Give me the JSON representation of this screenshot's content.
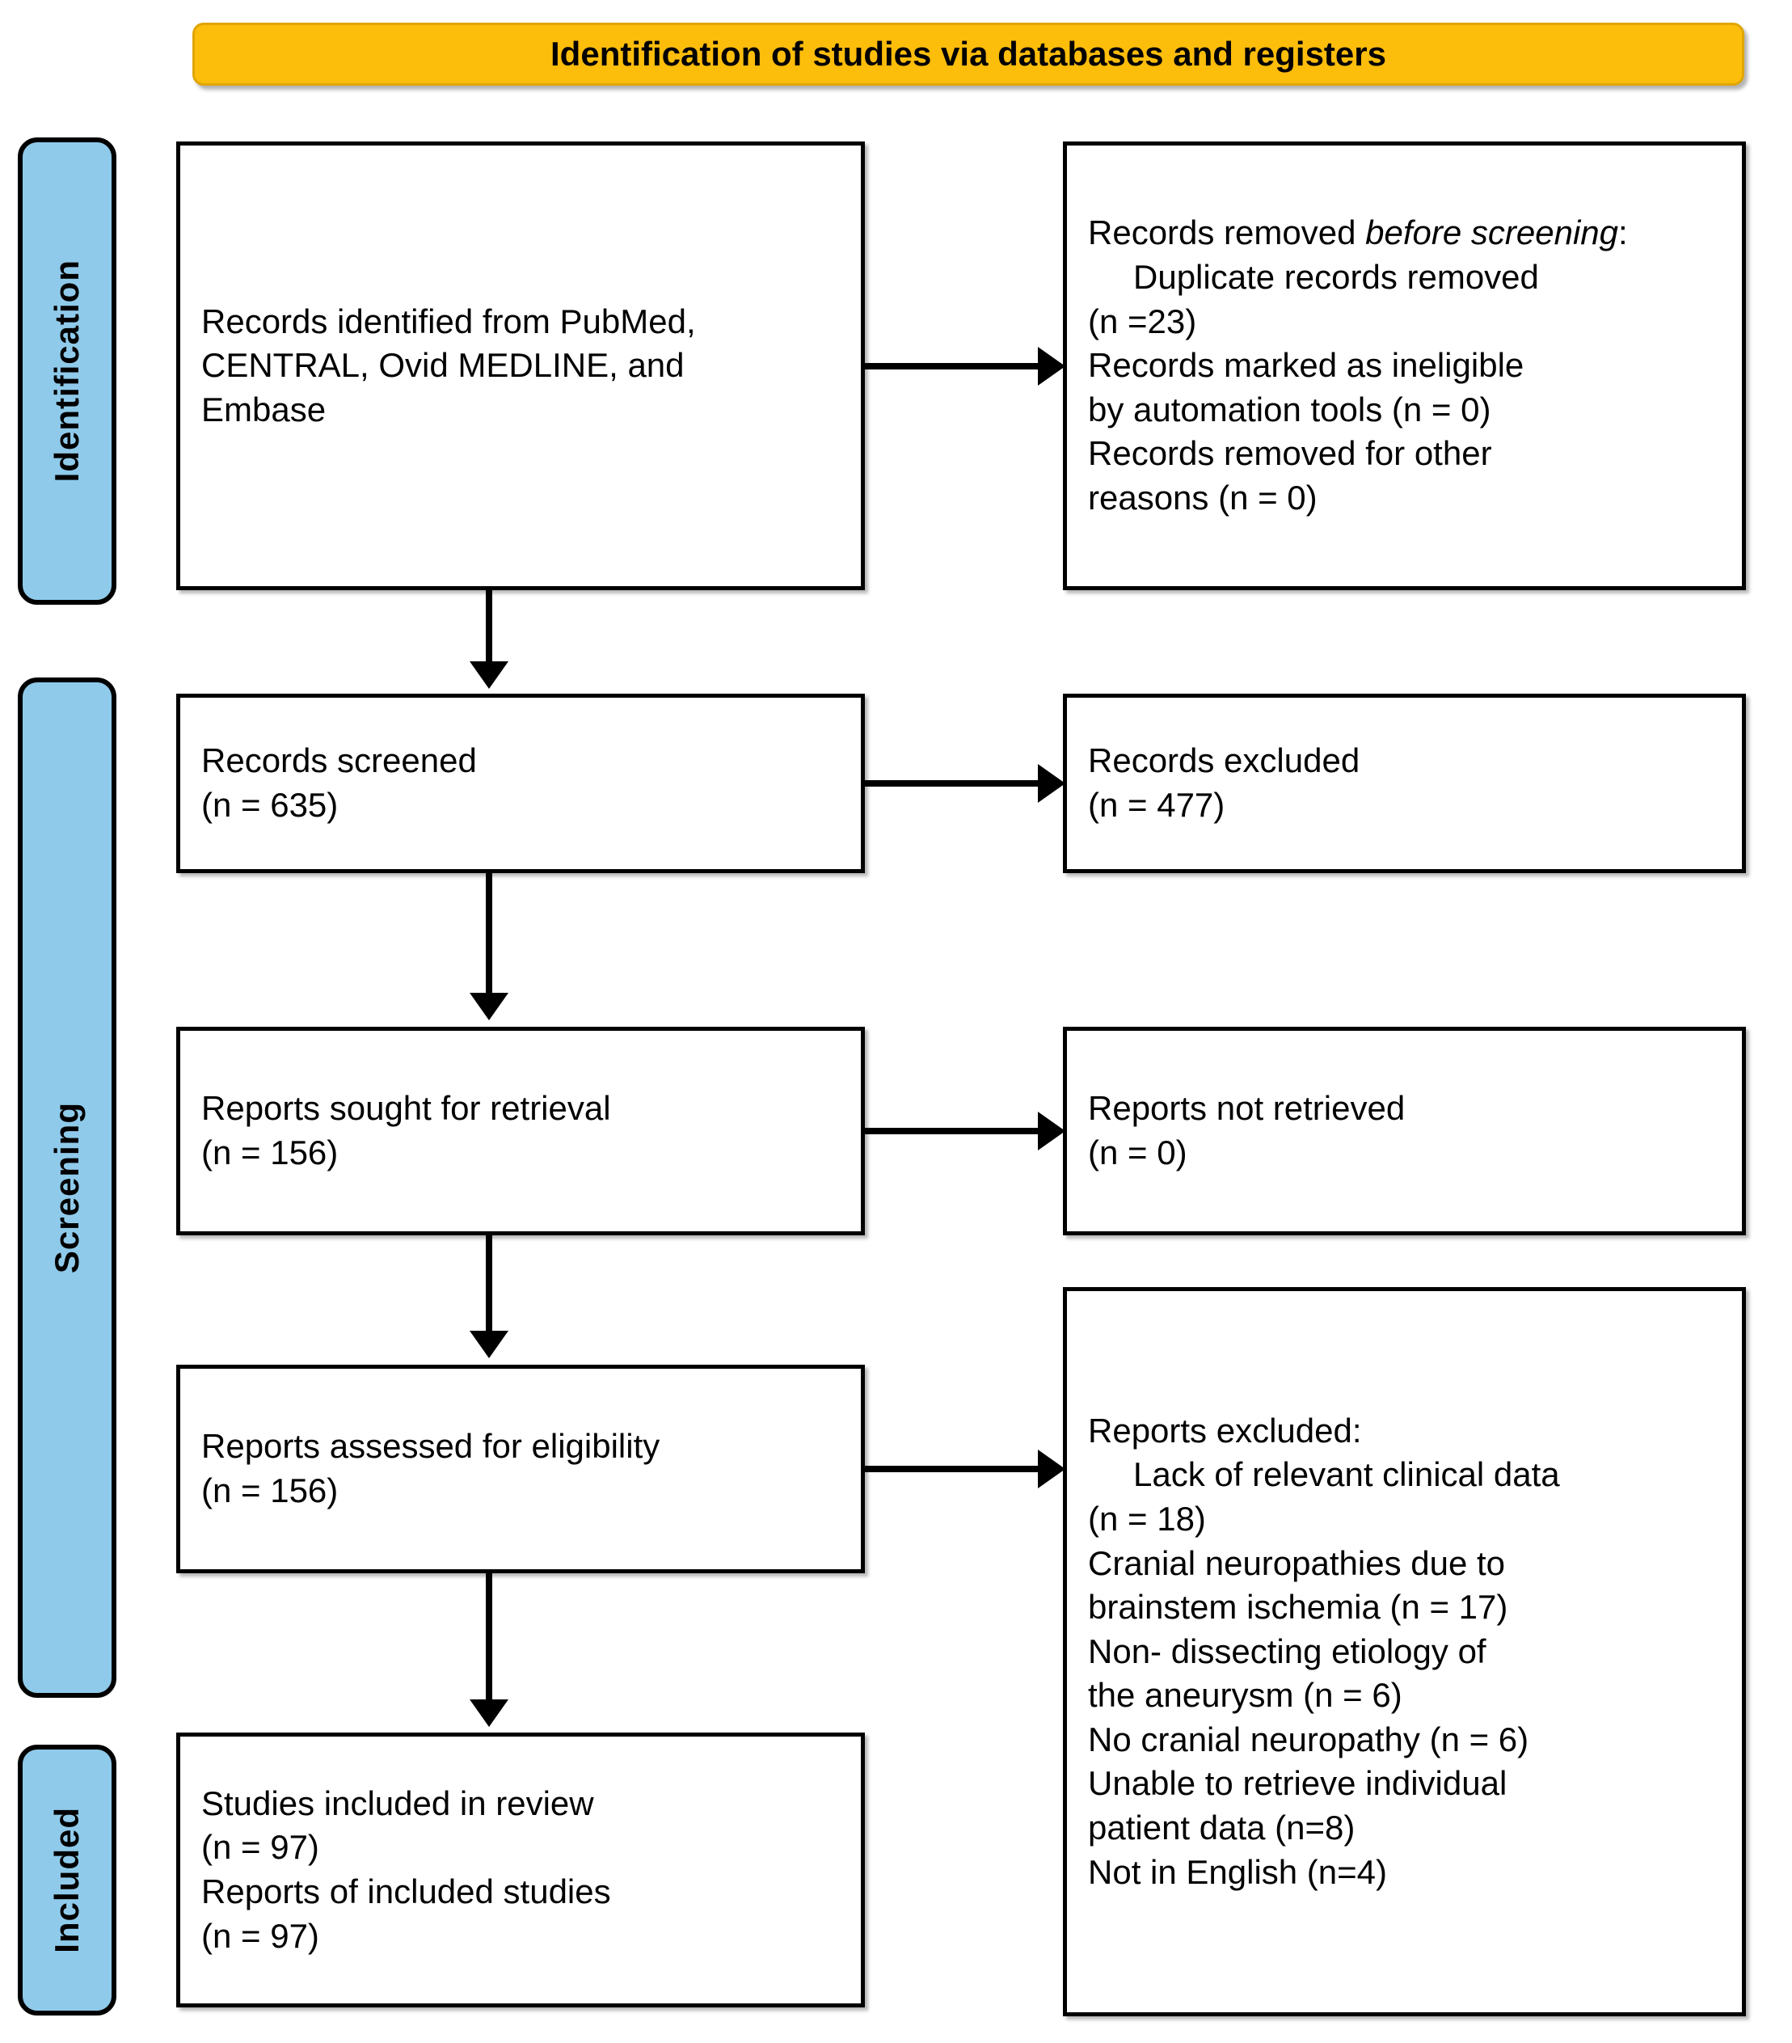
{
  "diagram": {
    "type": "prisma-flow-diagram",
    "header": {
      "title": "Identification of studies via databases and registers"
    },
    "colors": {
      "header_background": "#FDBD0B",
      "header_border": "#E0A500",
      "stage_tab_background": "#8FCAEA",
      "box_border": "#000000",
      "box_background": "#FFFFFF",
      "text": "#000000"
    },
    "stages": [
      {
        "key": "identification",
        "label": "Identification"
      },
      {
        "key": "screening",
        "label": "Screening"
      },
      {
        "key": "included",
        "label": "Included"
      }
    ],
    "boxes": {
      "records_identified": {
        "lines": [
          "Records identified from PubMed,",
          "CENTRAL, Ovid MEDLINE, and",
          "Embase"
        ]
      },
      "records_removed_before_screening": {
        "heading_plain": "Records removed ",
        "heading_italic": "before screening",
        "heading_colon": ":",
        "items": [
          "Duplicate records removed",
          "(n =23)",
          "Records marked as ineligible",
          "by automation tools (n = 0)",
          "Records removed for other",
          "reasons (n = 0)"
        ]
      },
      "records_screened": {
        "lines": [
          "Records screened",
          "(n = 635)"
        ]
      },
      "records_excluded": {
        "lines": [
          "Records excluded",
          "(n = 477)"
        ]
      },
      "reports_sought": {
        "lines": [
          "Reports sought for retrieval",
          "(n = 156)"
        ]
      },
      "reports_not_retrieved": {
        "lines": [
          "Reports not retrieved",
          "(n = 0)"
        ]
      },
      "reports_assessed": {
        "lines": [
          "Reports assessed for eligibility",
          "(n = 156)"
        ]
      },
      "reports_excluded": {
        "heading": "Reports excluded:",
        "items": [
          "Lack of relevant clinical data",
          "(n = 18)",
          "Cranial neuropathies due to",
          "brainstem ischemia (n = 17)",
          "Non- dissecting etiology of",
          "the aneurysm (n = 6)",
          "No cranial neuropathy (n = 6)",
          "Unable to retrieve individual",
          "patient data (n=8)",
          "Not in English (n=4)"
        ]
      },
      "studies_included": {
        "lines": [
          "Studies included in review",
          "(n = 97)",
          "Reports of included studies",
          "(n = 97)"
        ]
      }
    },
    "counts": {
      "records_identified": null,
      "duplicate_records_removed": 23,
      "records_marked_ineligible_by_automation": 0,
      "records_removed_other_reasons": 0,
      "records_screened": 635,
      "records_excluded": 477,
      "reports_sought_for_retrieval": 156,
      "reports_not_retrieved": 0,
      "reports_assessed_for_eligibility": 156,
      "excluded_lack_of_relevant_clinical_data": 18,
      "excluded_cranial_neuropathies_brainstem_ischemia": 17,
      "excluded_non_dissecting_etiology": 6,
      "excluded_no_cranial_neuropathy": 6,
      "excluded_unable_to_retrieve_individual_patient_data": 8,
      "excluded_not_in_english": 4,
      "studies_included_in_review": 97,
      "reports_of_included_studies": 97
    }
  }
}
